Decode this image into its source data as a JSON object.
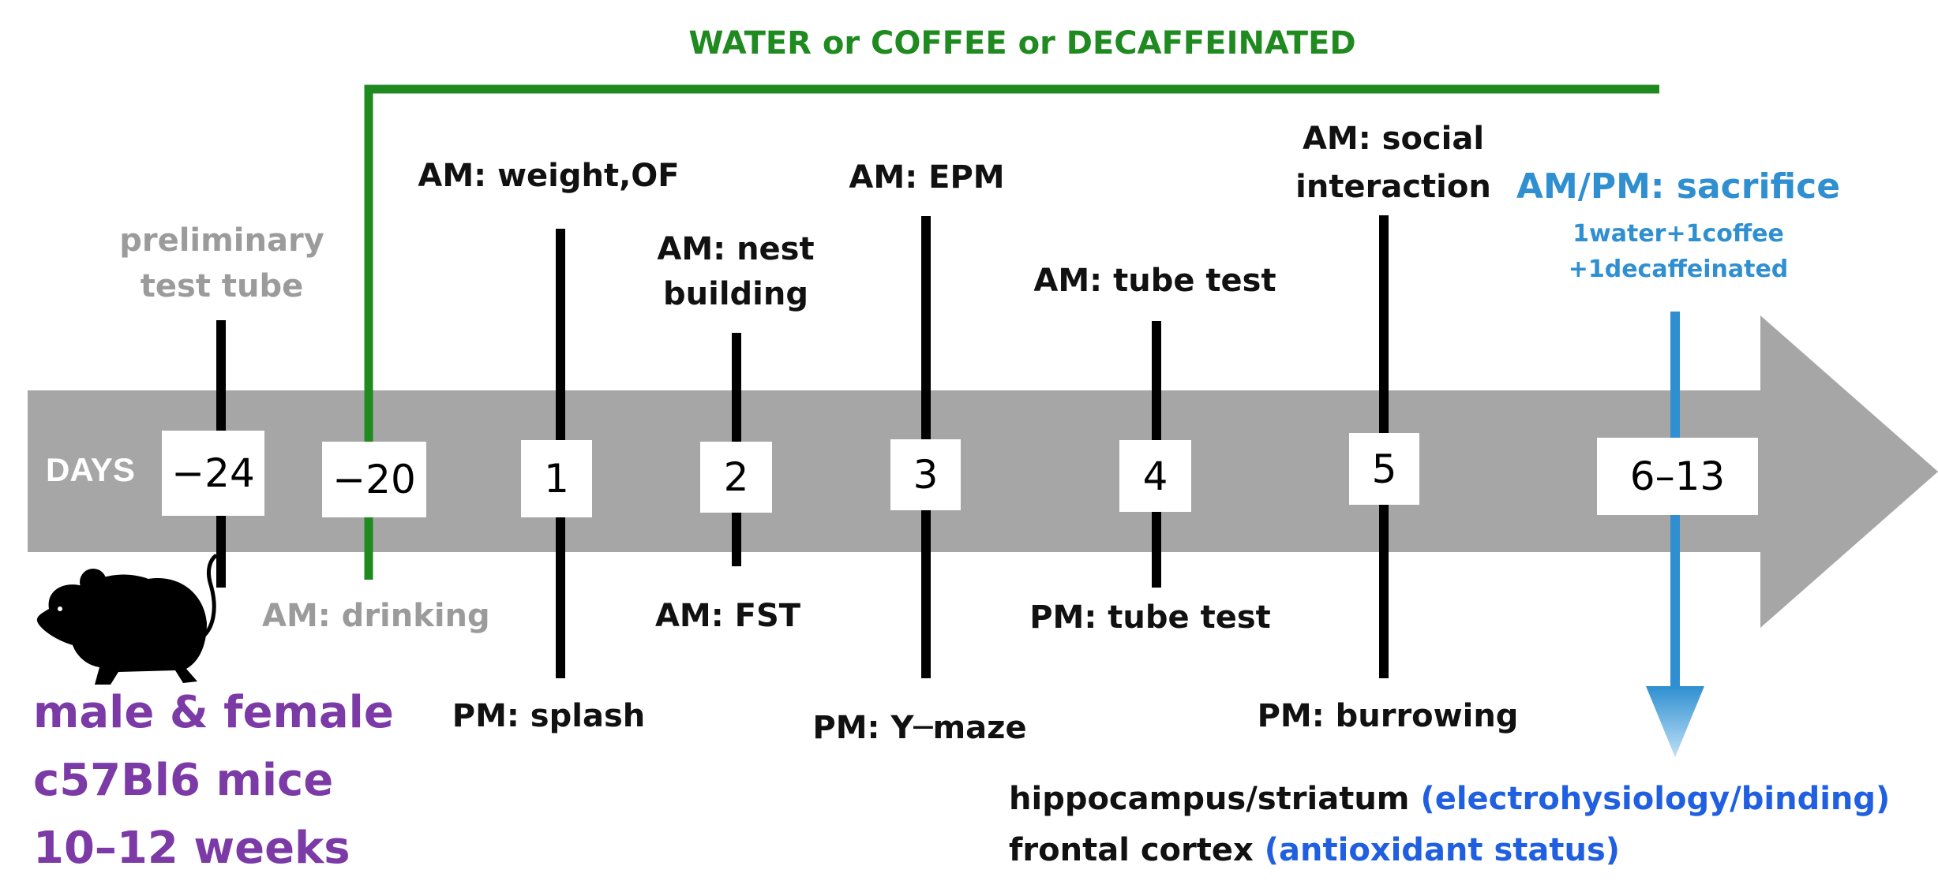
{
  "header": {
    "treatment_label": "WATER or COFFEE or DECAFFEINATED"
  },
  "axis": {
    "days_label": "DAYS"
  },
  "days": [
    {
      "label": "−24"
    },
    {
      "label": "−20"
    },
    {
      "label": "1"
    },
    {
      "label": "2"
    },
    {
      "label": "3"
    },
    {
      "label": "4"
    },
    {
      "label": "5"
    },
    {
      "label": "6–13"
    }
  ],
  "events": {
    "preliminary": [
      "preliminary",
      "test tube"
    ],
    "drinking": "AM: drinking",
    "day1_am": "AM: weight,OF",
    "day1_pm": "PM: splash",
    "day2_am": [
      "AM: nest",
      "building"
    ],
    "day2_pm": "AM: FST",
    "day3_am": "AM: EPM",
    "day3_pm": "PM: Y─maze",
    "day4_am": "AM: tube test",
    "day4_pm": "PM: tube test",
    "day5_am": [
      "AM: social",
      "interaction"
    ],
    "day5_pm": "PM: burrowing",
    "sacrifice": "AM/PM: sacrifice",
    "groups": [
      "1water+1coffee",
      "+1decaffeinated"
    ]
  },
  "subjects": {
    "lines": [
      "male & female",
      "c57Bl6 mice",
      "10–12 weeks"
    ]
  },
  "tissues": [
    {
      "region": "hippocampus/striatum ",
      "assay": "(electrohysiology/binding)"
    },
    {
      "region": "frontal cortex ",
      "assay": "(antioxidant status)"
    }
  ],
  "colors": {
    "timeline_arrow": "#a6a6a6",
    "treatment_bracket": "#1f8a1f",
    "sacrifice": "#2f8fd0",
    "subjects": "#7b3aa6",
    "assay": "#1f5fe0",
    "preliminary": "#9b9b9b"
  },
  "icons": {
    "subject": "mouse-silhouette-icon"
  }
}
